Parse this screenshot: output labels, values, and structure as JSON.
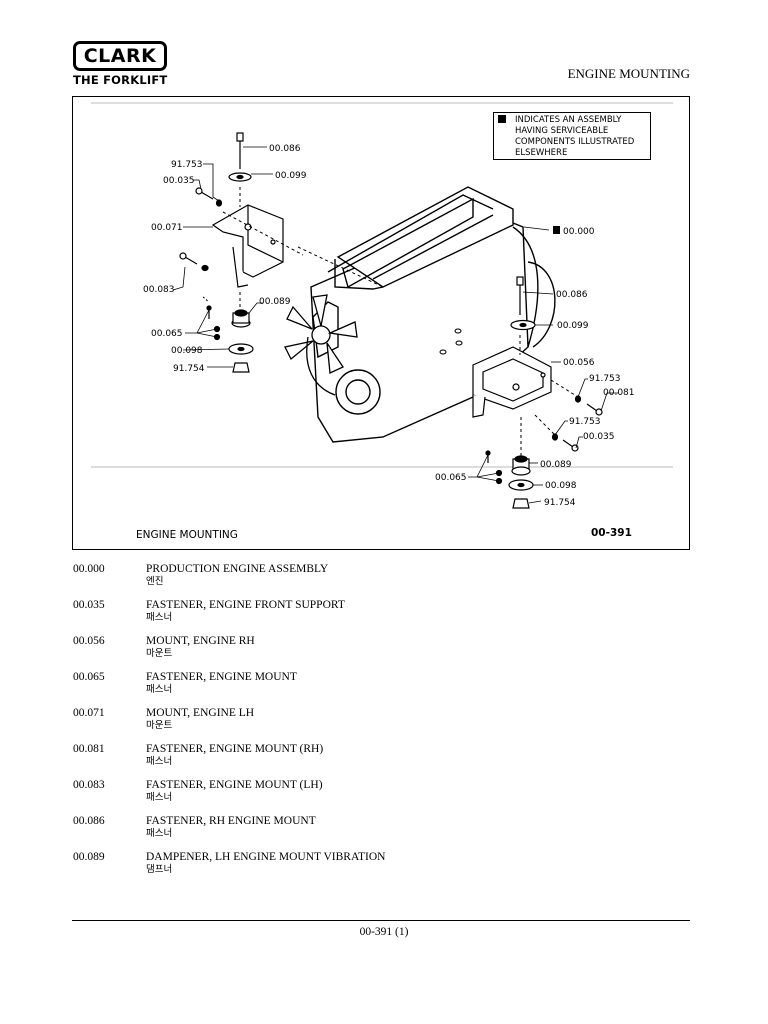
{
  "header": {
    "logo_word": "CLARK",
    "logo_tagline": "THE FORKLIFT",
    "title": "ENGINE MOUNTING"
  },
  "figure": {
    "note_text": "INDICATES AN ASSEMBLY\nHAVING SERVICEABLE\nCOMPONENTS ILLUSTRATED\nELSEWHERE",
    "caption": "ENGINE  MOUNTING",
    "figure_number": "00-391",
    "callouts": {
      "c1": "00.086",
      "c2": "91.753",
      "c3": "00.035",
      "c4": "00.099",
      "c5": "00.071",
      "c6": "00.083",
      "c7": "00.089",
      "c8": "00.065",
      "c9": "00.098",
      "c10": "91.754",
      "c11": "00.000",
      "c12": "00.086",
      "c13": "00.099",
      "c14": "00.056",
      "c15": "91.753",
      "c16": "00.081",
      "c17": "91.753",
      "c18": "00.035",
      "c19": "00.089",
      "c20": "00.065",
      "c21": "00.098",
      "c22": "91.754"
    }
  },
  "parts": [
    {
      "number": "00.000",
      "description": "PRODUCTION ENGINE ASSEMBLY",
      "korean": "엔진"
    },
    {
      "number": "00.035",
      "description": "FASTENER, ENGINE FRONT SUPPORT",
      "korean": "패스너"
    },
    {
      "number": "00.056",
      "description": "MOUNT, ENGINE RH",
      "korean": "마운트"
    },
    {
      "number": "00.065",
      "description": "FASTENER, ENGINE MOUNT",
      "korean": "패스너"
    },
    {
      "number": "00.071",
      "description": "MOUNT, ENGINE LH",
      "korean": "마운트"
    },
    {
      "number": "00.081",
      "description": "FASTENER, ENGINE MOUNT (RH)",
      "korean": "패스너"
    },
    {
      "number": "00.083",
      "description": "FASTENER, ENGINE MOUNT (LH)",
      "korean": "패스너"
    },
    {
      "number": "00.086",
      "description": "FASTENER, RH ENGINE MOUNT",
      "korean": "패스너"
    },
    {
      "number": "00.089",
      "description": "DAMPENER, LH ENGINE MOUNT VIBRATION",
      "korean": "댐프너"
    }
  ],
  "footer": {
    "page_number": "00-391 (1)"
  }
}
